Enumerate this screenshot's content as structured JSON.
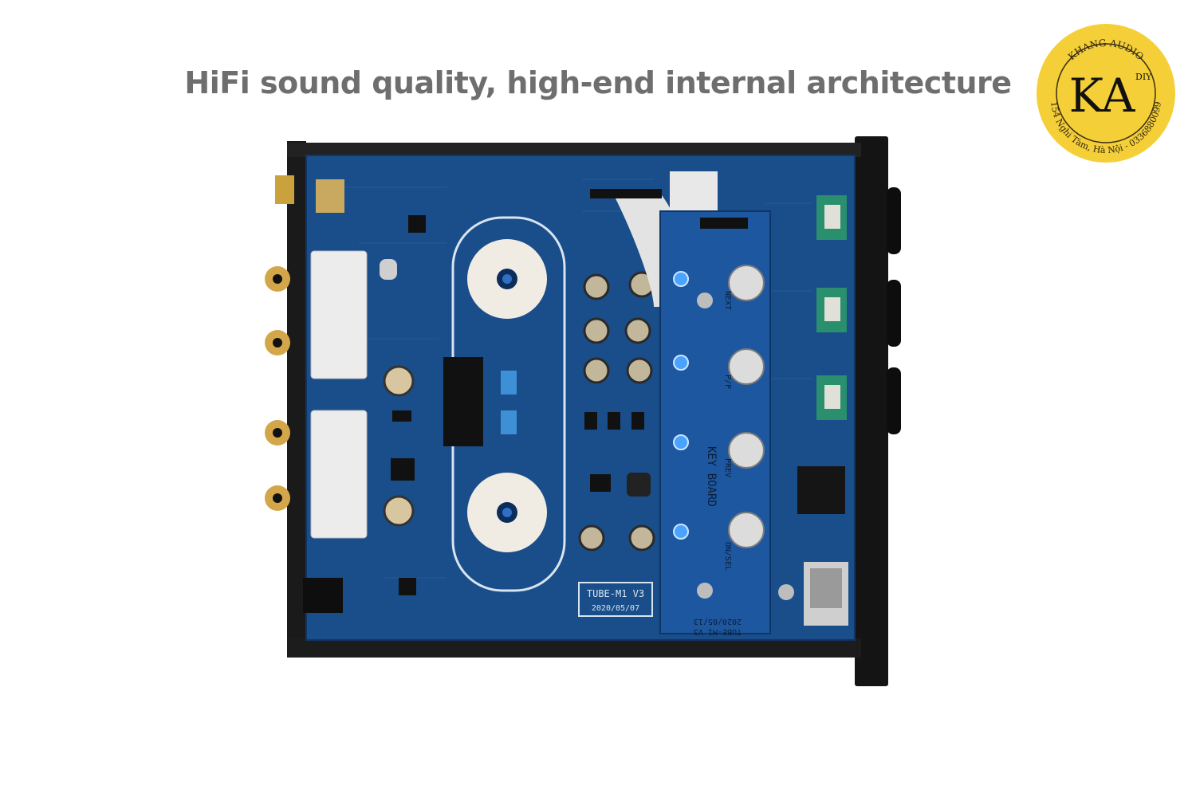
{
  "headline": "HiFi sound quality, high-end internal architecture",
  "logo": {
    "brand": "KHANG AUDIO",
    "monogram": "KA",
    "tag": "DIY",
    "address": "154 Nghi Tàm, Hà Nội - 0336880099"
  },
  "board": {
    "main_label": "TUBE-M1  V3",
    "main_date": "2020/05/07",
    "key_board_label": "KEY BOARD",
    "key_board_model": "TUBE-M1  V3",
    "key_board_date": "2020/05/13",
    "button_labels": [
      "NEXT",
      "P/P",
      "PREV",
      "ON/SEL"
    ]
  },
  "colors": {
    "pcb": "#1a4e8a",
    "case": "#161616",
    "logo_fill": "#f5cf38",
    "headline": "#6e6e6e"
  }
}
